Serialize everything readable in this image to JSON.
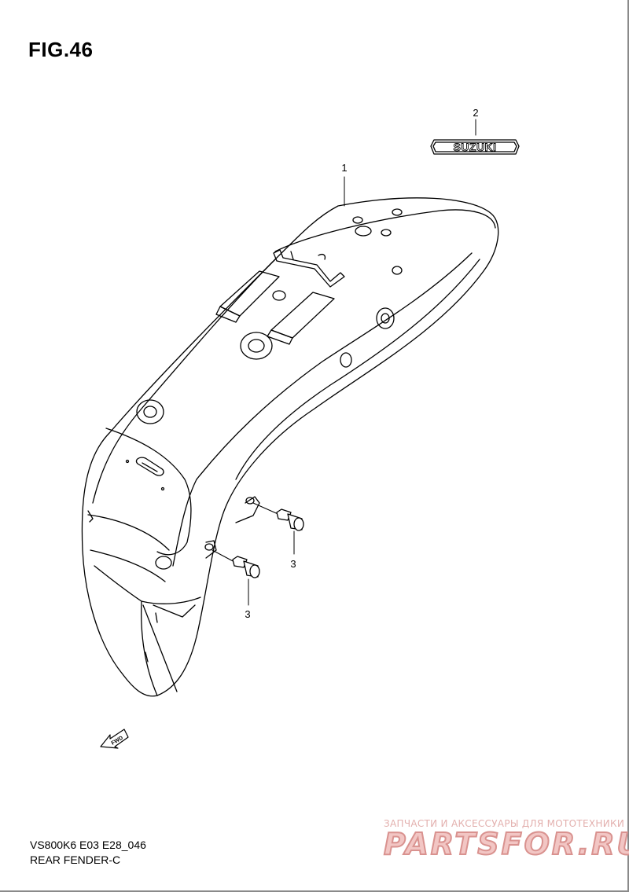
{
  "figure": {
    "title": "FIG.46"
  },
  "callouts": {
    "fender": "1",
    "emblem": "2",
    "bolt_upper": "3",
    "bolt_lower": "3"
  },
  "emblem": {
    "text": "SUZUKI"
  },
  "direction_arrow": {
    "text": "FWD"
  },
  "footer": {
    "model_code": "VS800K6 E03 E28_046",
    "part_group": "REAR FENDER-C"
  },
  "watermark": {
    "tagline": "ЗАПЧАСТИ И АКСЕССУАРЫ ДЛЯ МОТОТЕХНИКИ",
    "brand": "PARTSFOR.RU"
  }
}
